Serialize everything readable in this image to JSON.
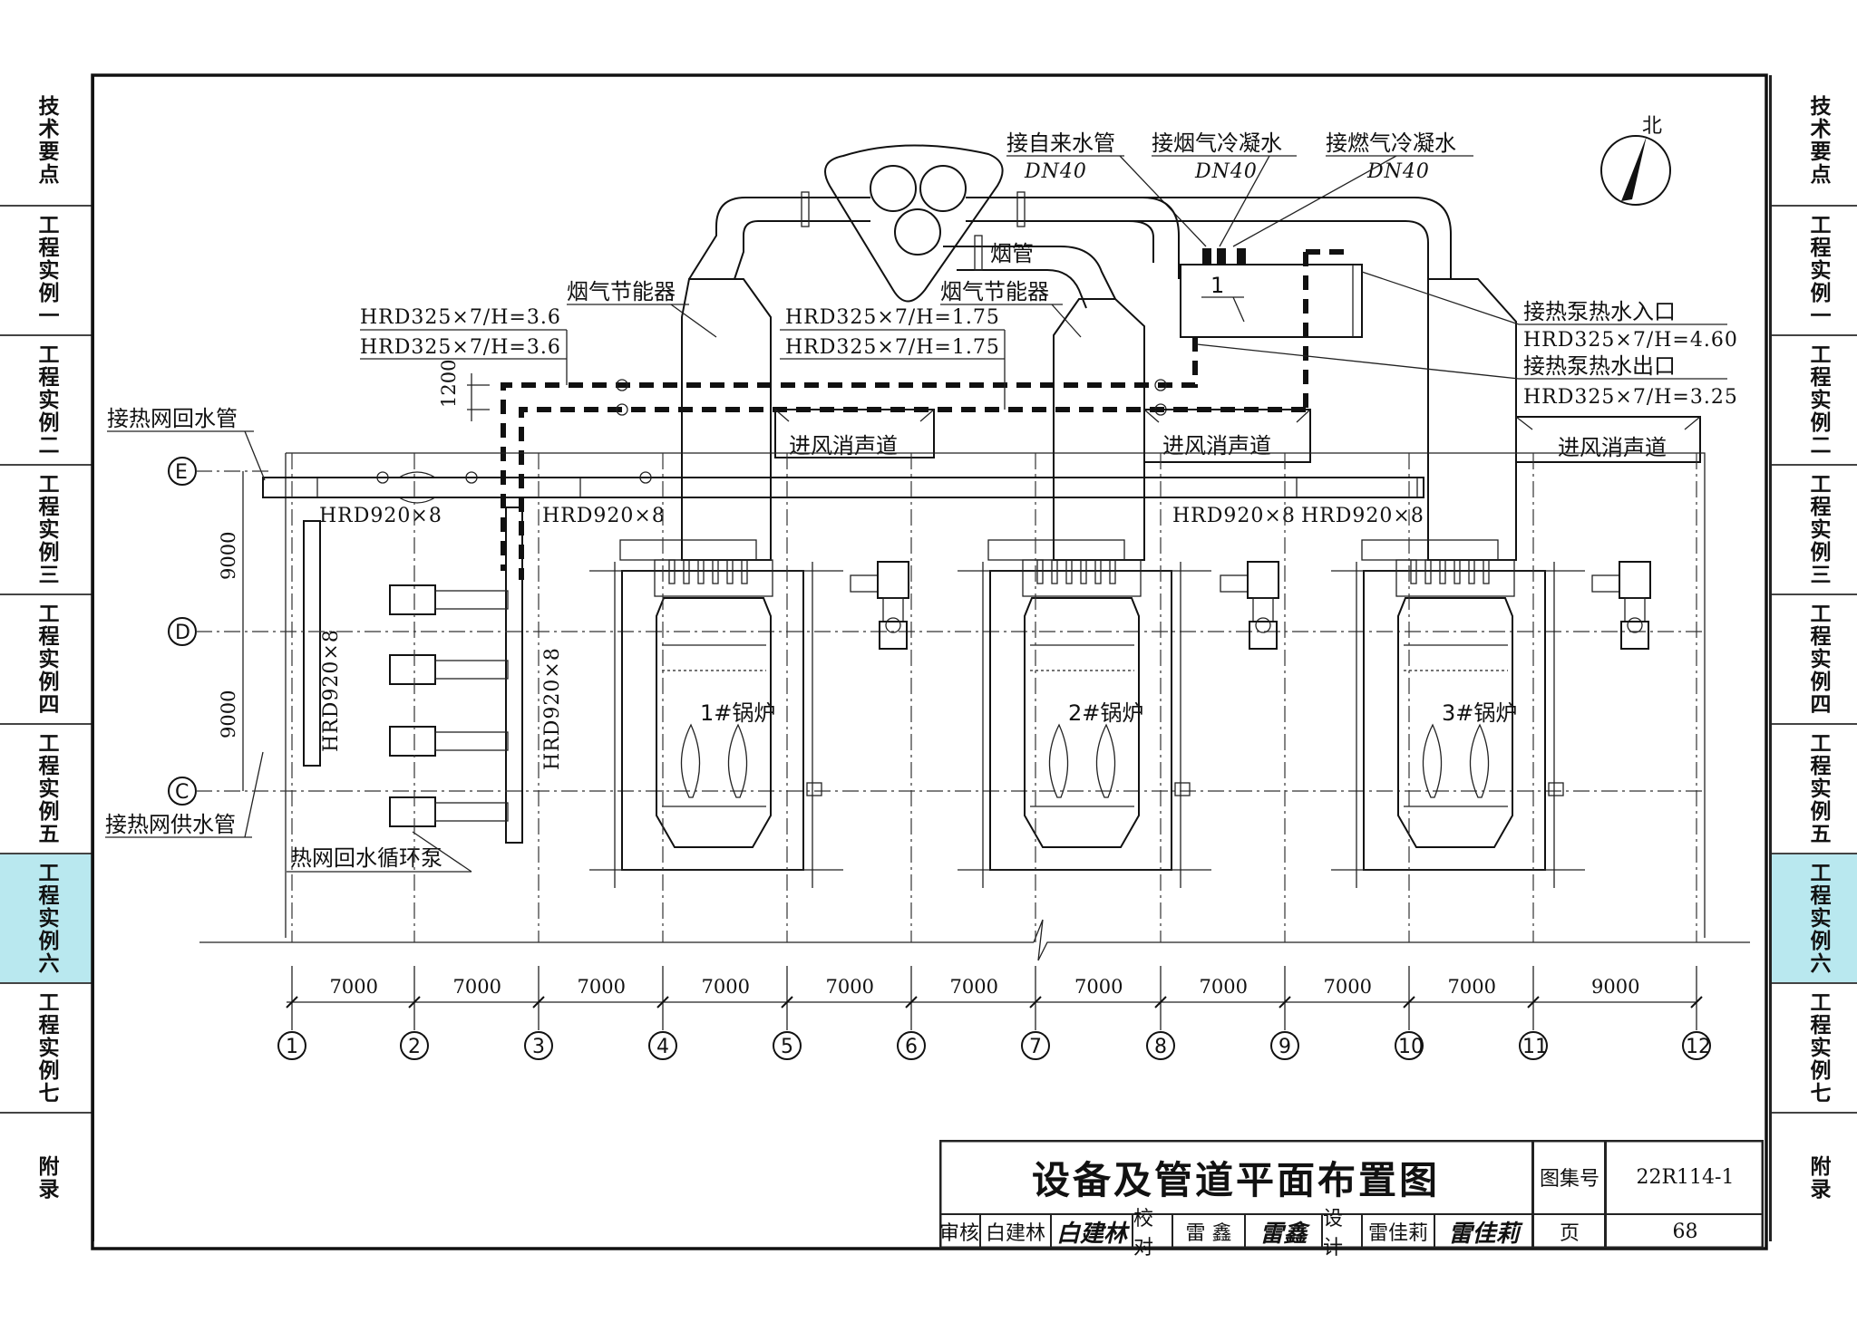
{
  "sidebar_left": [
    {
      "label": "技术要点",
      "active": false
    },
    {
      "label": "工程实例一",
      "active": false
    },
    {
      "label": "工程实例二",
      "active": false
    },
    {
      "label": "工程实例三",
      "active": false
    },
    {
      "label": "工程实例四",
      "active": false
    },
    {
      "label": "工程实例五",
      "active": false
    },
    {
      "label": "工程实例六",
      "active": true
    },
    {
      "label": "工程实例七",
      "active": false
    },
    {
      "label": "附录",
      "active": false
    }
  ],
  "sidebar_right": [
    {
      "label": "技术要点",
      "active": false
    },
    {
      "label": "工程实例一",
      "active": false
    },
    {
      "label": "工程实例二",
      "active": false
    },
    {
      "label": "工程实例三",
      "active": false
    },
    {
      "label": "工程实例四",
      "active": false
    },
    {
      "label": "工程实例五",
      "active": false
    },
    {
      "label": "工程实例六",
      "active": true
    },
    {
      "label": "工程实例七",
      "active": false
    },
    {
      "label": "附录",
      "active": false
    }
  ],
  "title_block": {
    "title": "设备及管道平面布置图",
    "atlas_label": "图集号",
    "atlas_no": "22R114-1",
    "page_label": "页",
    "page_no": "68",
    "review_label": "审核",
    "reviewer": "白建林",
    "reviewer_sig": "白建林",
    "check_label": "校对",
    "checker": "雷 鑫",
    "checker_sig": "雷鑫",
    "design_label": "设计",
    "designer": "雷佳莉",
    "designer_sig": "雷佳莉"
  },
  "drawing": {
    "north": "北",
    "top_labels": {
      "water": "接自来水管",
      "water_dn": "DN40",
      "flue_cond": "接烟气冷凝水",
      "flue_cond_dn": "DN40",
      "gas_cond": "接燃气冷凝水",
      "gas_cond_dn": "DN40"
    },
    "flue_pipe": "烟管",
    "economizer": "烟气节能器",
    "tank_no": "1",
    "pipe_spec_left_1": "HRD325×7/H=3.6",
    "pipe_spec_left_2": "HRD325×7/H=3.6",
    "pipe_spec_mid_1": "HRD325×7/H=1.75",
    "pipe_spec_mid_2": "HRD325×7/H=1.75",
    "hp_in": "接热泵热水入口",
    "hp_in_spec": "HRD325×7/H=4.60",
    "hp_out": "接热泵热水出口",
    "hp_out_spec": "HRD325×7/H=3.25",
    "dim_1200": "1200",
    "return_main": "接热网回水管",
    "supply_main": "接热网供水管",
    "pump_label": "热网回水循环泵",
    "intake": "进风消声道",
    "main_spec": "HRD920×8",
    "vert_spec": "HRD920×8",
    "boilers": [
      "1#锅炉",
      "2#锅炉",
      "3#锅炉"
    ],
    "row_axes": [
      "E",
      "D",
      "C"
    ],
    "row_dims": [
      "9000",
      "9000"
    ],
    "col_axes": [
      "1",
      "2",
      "3",
      "4",
      "5",
      "6",
      "7",
      "8",
      "9",
      "10",
      "11",
      "12"
    ],
    "col_dims": [
      "7000",
      "7000",
      "7000",
      "7000",
      "7000",
      "7000",
      "7000",
      "7000",
      "7000",
      "7000",
      "9000"
    ]
  }
}
